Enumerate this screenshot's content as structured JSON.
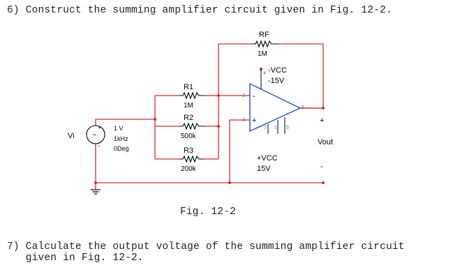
{
  "question6": "6) Construct the summing amplifier circuit given in Fig. 12-2.",
  "question7_line1": "7) Calculate the output voltage of the summing amplifier circuit",
  "question7_line2": "   given in Fig. 12-2.",
  "figure_caption": "Fig. 12-2",
  "circuit": {
    "rf_label": "RF",
    "rf_value": "1M",
    "vcc_neg_label": "-VCC",
    "vcc_neg_value": "-15V",
    "r1_label": "R1",
    "r1_value": "1M",
    "r2_label": "R2",
    "r2_value": "500k",
    "r3_label": "R3",
    "r3_value": "200k",
    "source_name": "Vi",
    "source_amplitude": "1 V",
    "source_frequency": "1kHz",
    "source_phase": "0Deg",
    "vcc_pos_label": "+VCC",
    "vcc_pos_value": "15V",
    "output_label": "Vout",
    "out_plus": "+",
    "out_minus": "-",
    "opamp_minus": "-",
    "opamp_plus": "+",
    "pin_2": "2",
    "pin_3": "3",
    "pin_4": "4",
    "pin_6": "6",
    "pin_7": "7",
    "pin_1": "1",
    "pin_5": "5",
    "source_plus": "+",
    "source_minus": "-",
    "source_symbol": "~"
  },
  "colors": {
    "wire": "#d42a2a",
    "component": "#000000",
    "opamp": "#1f3fd8",
    "pin_label": "#5a5af0"
  }
}
